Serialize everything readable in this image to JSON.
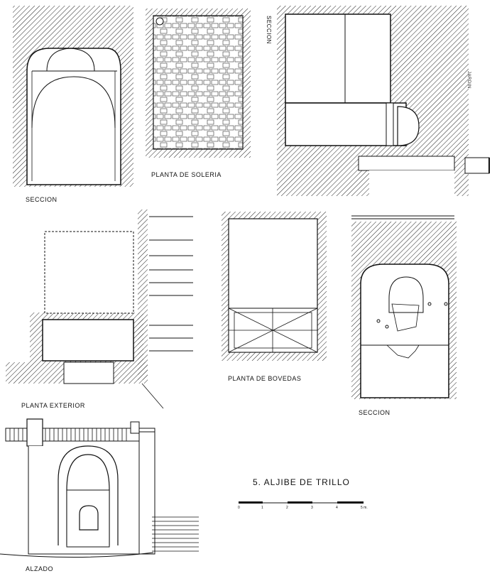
{
  "labels": {
    "seccion_1": "SECCION",
    "planta_soleria": "PLANTA DE SOLERIA",
    "seccion_vertical": "SECCION",
    "jardin": "JARDIN",
    "planta_exterior": "PLANTA EXTERIOR",
    "planta_bovedas": "PLANTA DE BOVEDAS",
    "seccion_2": "SECCION",
    "alzado": "ALZADO"
  },
  "figure_title": "5. ALJIBE DE TRILLO",
  "scale_bar": {
    "ticks": [
      "0",
      "1",
      "2",
      "3",
      "4",
      "5 m."
    ]
  }
}
